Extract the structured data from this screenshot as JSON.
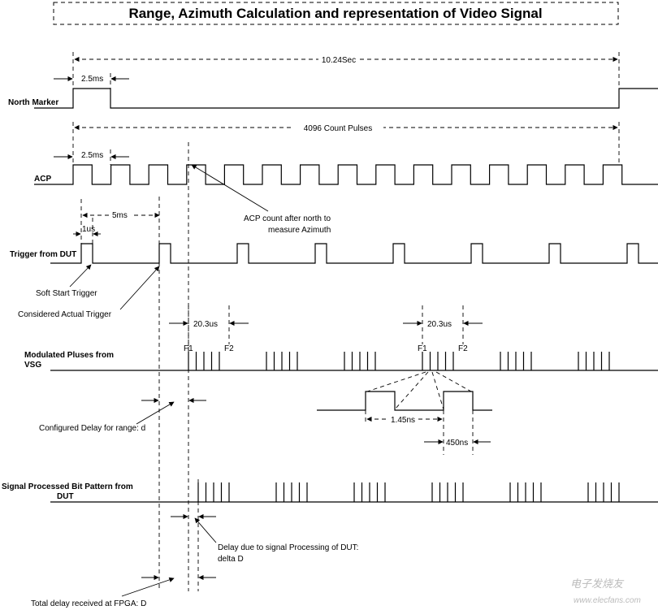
{
  "title": "Range, Azimuth Calculation and representation of Video Signal",
  "signals": {
    "north_marker": "North Marker",
    "acp": "ACP",
    "trigger": "Trigger from DUT",
    "modulated_line1": "Modulated Pluses from",
    "modulated_line2": "VSG",
    "processed_line1": "Signal Processed Bit Pattern from",
    "processed_line2": "DUT"
  },
  "dimensions": {
    "period": "10.24Sec",
    "north_width": "2.5ms",
    "count_pulses": "4096 Count Pulses",
    "acp_width": "2.5ms",
    "trigger_period": "5ms",
    "trigger_width": "1us",
    "pulse_window_1": "20.3us",
    "pulse_window_2": "20.3us",
    "sub_pulse_period": "1.45ns",
    "sub_pulse_width": "450ns"
  },
  "markers": {
    "f1_a": "F1",
    "f2_a": "F2",
    "f1_b": "F1",
    "f2_b": "F2"
  },
  "annotations": {
    "acp_count_line1": "ACP count after north to",
    "acp_count_line2": "measure Azimuth",
    "soft_start": "Soft Start Trigger",
    "actual_trigger": "Considered Actual Trigger",
    "configured_delay": "Configured Delay for range: d",
    "processing_delay_line1": "Delay due to signal Processing of DUT:",
    "processing_delay_line2": "delta D",
    "total_delay": "Total delay received at FPGA: D"
  },
  "watermark": {
    "line1": "电子发烧友",
    "line2": "www.elecfans.com"
  }
}
